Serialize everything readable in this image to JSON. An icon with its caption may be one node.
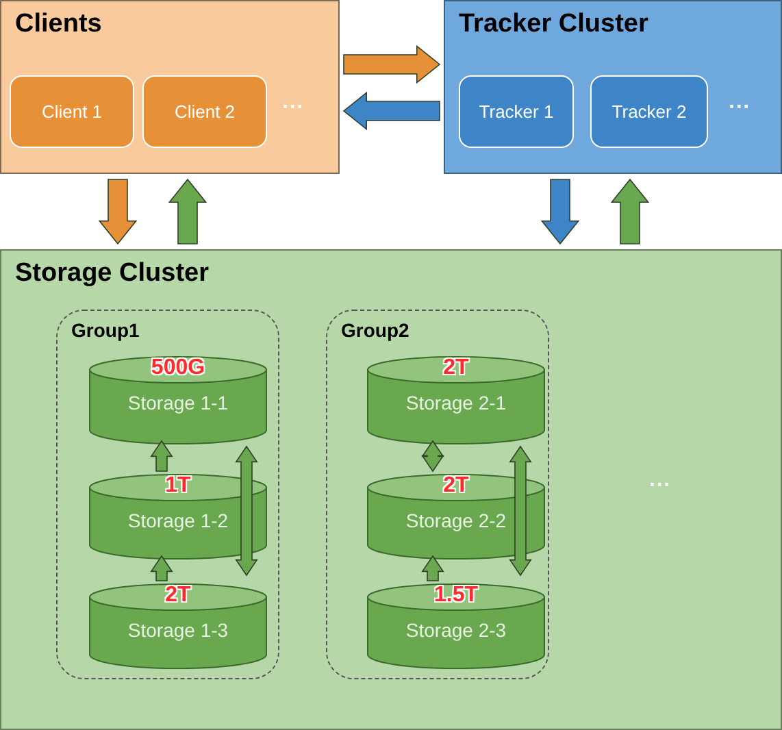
{
  "diagram": {
    "nodes": [
      {
        "text": [
          "Clients"
        ]
      },
      {
        "text": [
          "Client 1"
        ],
        "in": 0
      },
      {
        "text": [
          "Client 2"
        ],
        "in": 0
      },
      {
        "text": [
          "Tracker Cluster"
        ]
      },
      {
        "text": [
          "Tracker 1"
        ],
        "in": 3
      },
      {
        "text": [
          "Tracker 2"
        ],
        "in": 3
      },
      {
        "text": [
          "Storage Cluster"
        ]
      },
      {
        "text": [
          "Group1"
        ],
        "in": 6
      },
      {
        "text": [
          "500G",
          "Storage 1-1"
        ],
        "in": 7
      },
      {
        "text": [
          "1T",
          "Storage 1-2"
        ],
        "in": 7
      },
      {
        "text": [
          "2T",
          "Storage 1-3"
        ],
        "in": 7
      },
      {
        "text": [
          "Group2"
        ],
        "in": 6
      },
      {
        "text": [
          "2T",
          "Storage 2-1"
        ],
        "in": 11
      },
      {
        "text": [
          "2T",
          "Storage 2-2"
        ],
        "in": 11
      },
      {
        "text": [
          "1.5T",
          "Storage 2-3"
        ],
        "in": 11
      }
    ],
    "edges": [
      {
        "from": 0,
        "to": 3,
        "arrow": "to",
        "color": "#e69138"
      },
      {
        "from": 3,
        "to": 0,
        "arrow": "to",
        "color": "#3d85c6"
      },
      {
        "from": 0,
        "to": 6,
        "arrow": "to",
        "color": "#e69138"
      },
      {
        "from": 6,
        "to": 0,
        "arrow": "to"
      },
      {
        "from": 3,
        "to": 6,
        "arrow": "to",
        "color": "#3d85c6"
      },
      {
        "from": 6,
        "to": 3,
        "arrow": "to"
      },
      {
        "from": 9,
        "to": 8,
        "arrow": "to"
      },
      {
        "from": 8,
        "to": 10,
        "arrow": "both"
      },
      {
        "from": 10,
        "to": 9,
        "arrow": "to"
      },
      {
        "from": 12,
        "to": 13,
        "arrow": "both"
      },
      {
        "from": 12,
        "to": 14,
        "arrow": "both"
      },
      {
        "from": 14,
        "to": 13,
        "arrow": "to"
      }
    ],
    "labels": [
      "···",
      "···",
      "···"
    ]
  }
}
